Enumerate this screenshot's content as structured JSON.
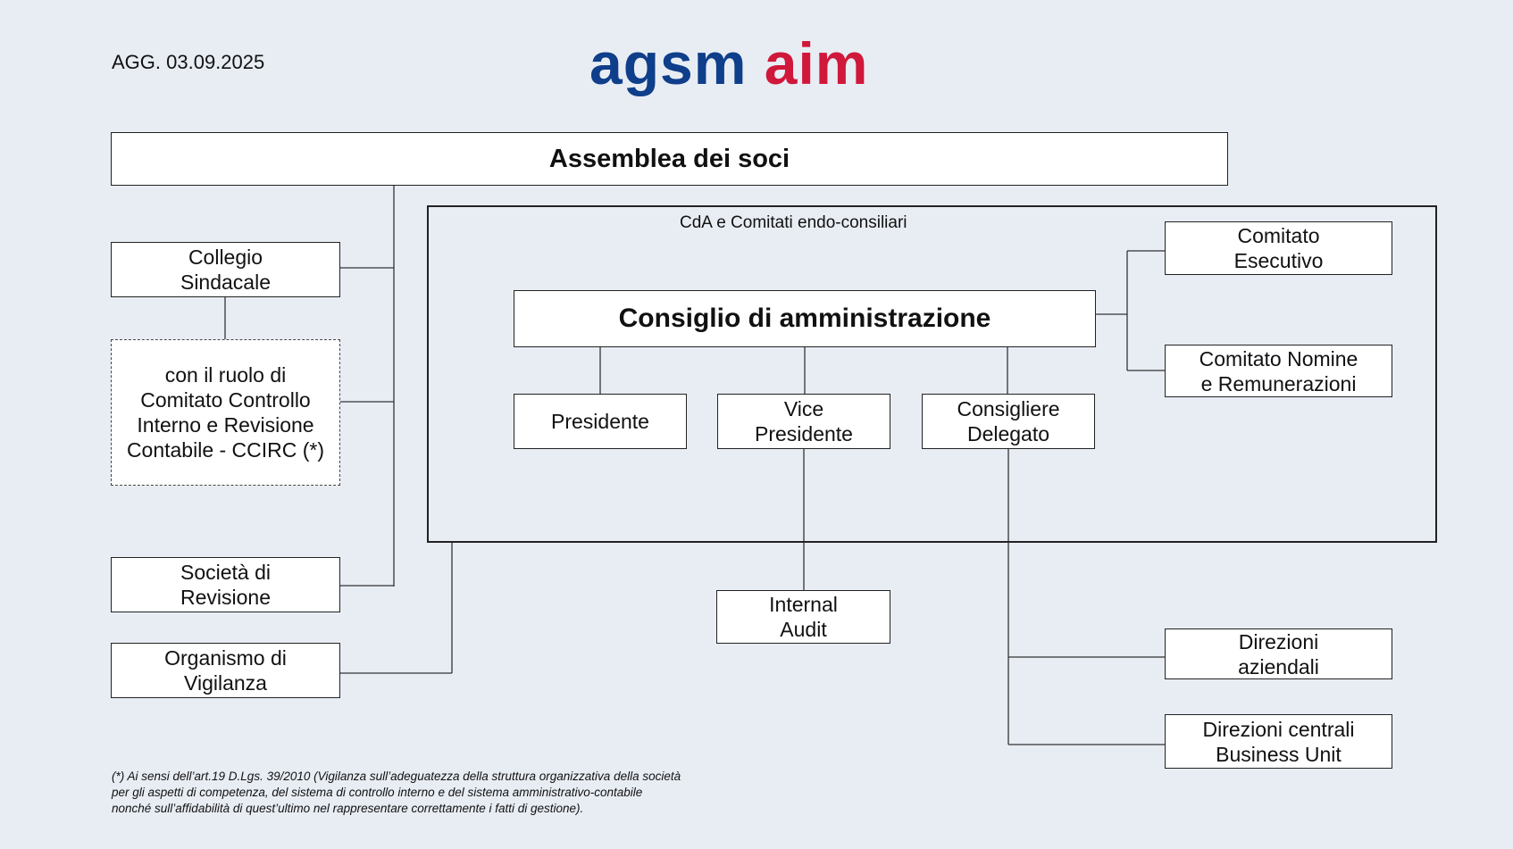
{
  "header": {
    "update_date": "AGG. 03.09.2025",
    "logo": {
      "part1": "agsm",
      "part2": "aim",
      "color1": "#0f3e8a",
      "color2": "#d0183a"
    }
  },
  "boxes": {
    "assemblea": "Assemblea dei soci",
    "collegio": "Collegio\nSindacale",
    "ccirc": "con il ruolo di\nComitato Controllo\nInterno e Revisione\nContabile - CCIRC (*)",
    "revisione": "Società di\nRevisione",
    "vigilanza": "Organismo di\nVigilanza",
    "cda": "Consiglio di amministrazione",
    "presidente": "Presidente",
    "vice": "Vice\nPresidente",
    "consigliere": "Consigliere\nDelegato",
    "esecutivo": "Comitato\nEsecutivo",
    "nomine": "Comitato Nomine\ne Remunerazioni",
    "audit": "Internal\nAudit",
    "direzioni": "Direzioni\naziendali",
    "direzioni_centrali": "Direzioni centrali\nBusiness Unit"
  },
  "frame_title": "CdA e Comitati endo-consiliari",
  "footnote": "(*) Ai sensi dell’art.19 D.Lgs. 39/2010 (Vigilanza sull’adeguatezza della struttura organizzativa della società\nper gli aspetti di competenza, del sistema di controllo interno e del sistema amministrativo-contabile\nnonché sull’affidabilità di quest’ultimo nel rappresentare correttamente i fatti di gestione)."
}
